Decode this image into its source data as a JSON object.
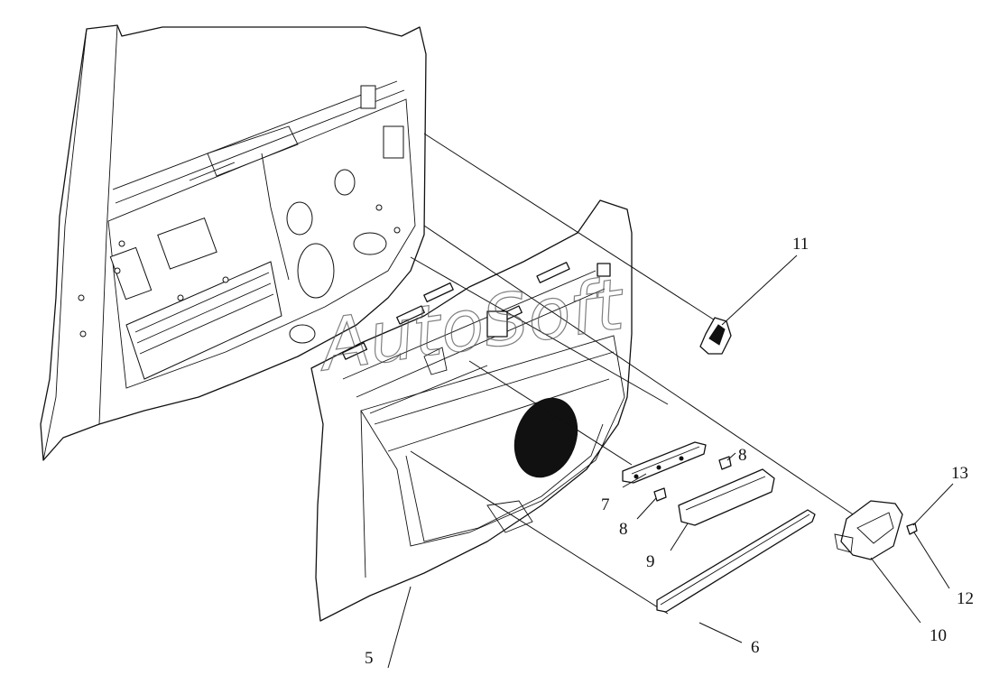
{
  "watermark": "AutoSoft",
  "callouts": {
    "c5": "5",
    "c6": "6",
    "c7": "7",
    "c8a": "8",
    "c8b": "8",
    "c9": "9",
    "c10": "10",
    "c11": "11",
    "c12": "12",
    "c13": "13"
  },
  "parts": [
    {
      "id": "door-inner-panel",
      "label": ""
    },
    {
      "id": "door-trim-panel",
      "callout": "5"
    },
    {
      "id": "trim-strip",
      "callout": "6"
    },
    {
      "id": "bracket",
      "callout": "7"
    },
    {
      "id": "screw",
      "callout": "8"
    },
    {
      "id": "pull-handle",
      "callout": "9"
    },
    {
      "id": "inner-handle",
      "callout": "10"
    },
    {
      "id": "switch-cover",
      "callout": "11"
    },
    {
      "id": "screw-small",
      "callout": "12"
    },
    {
      "id": "washer",
      "callout": "13"
    }
  ]
}
